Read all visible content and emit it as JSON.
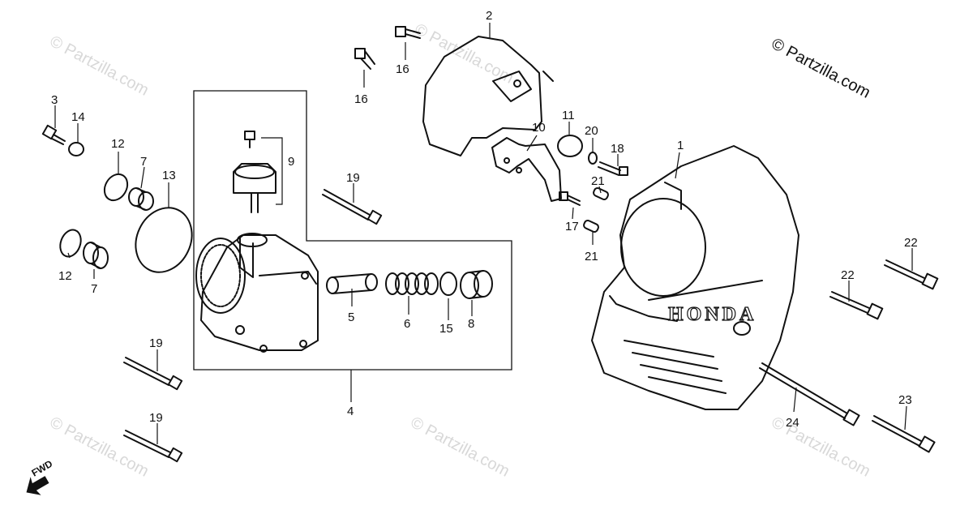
{
  "copyright": "© Partzilla.com",
  "watermark": "© Partzilla.com",
  "brand_mark": "HONDA",
  "fwd_label": "FWD",
  "callouts": {
    "c1": "1",
    "c2": "2",
    "c3": "3",
    "c4": "4",
    "c5": "5",
    "c6": "6",
    "c7a": "7",
    "c7b": "7",
    "c8": "8",
    "c9": "9",
    "c10": "10",
    "c11": "11",
    "c12a": "12",
    "c12b": "12",
    "c13": "13",
    "c14": "14",
    "c15": "15",
    "c16a": "16",
    "c16b": "16",
    "c17": "17",
    "c18": "18",
    "c19a": "19",
    "c19b": "19",
    "c19c": "19",
    "c20": "20",
    "c21a": "21",
    "c21b": "21",
    "c22a": "22",
    "c22b": "22",
    "c23": "23",
    "c24": "24"
  }
}
